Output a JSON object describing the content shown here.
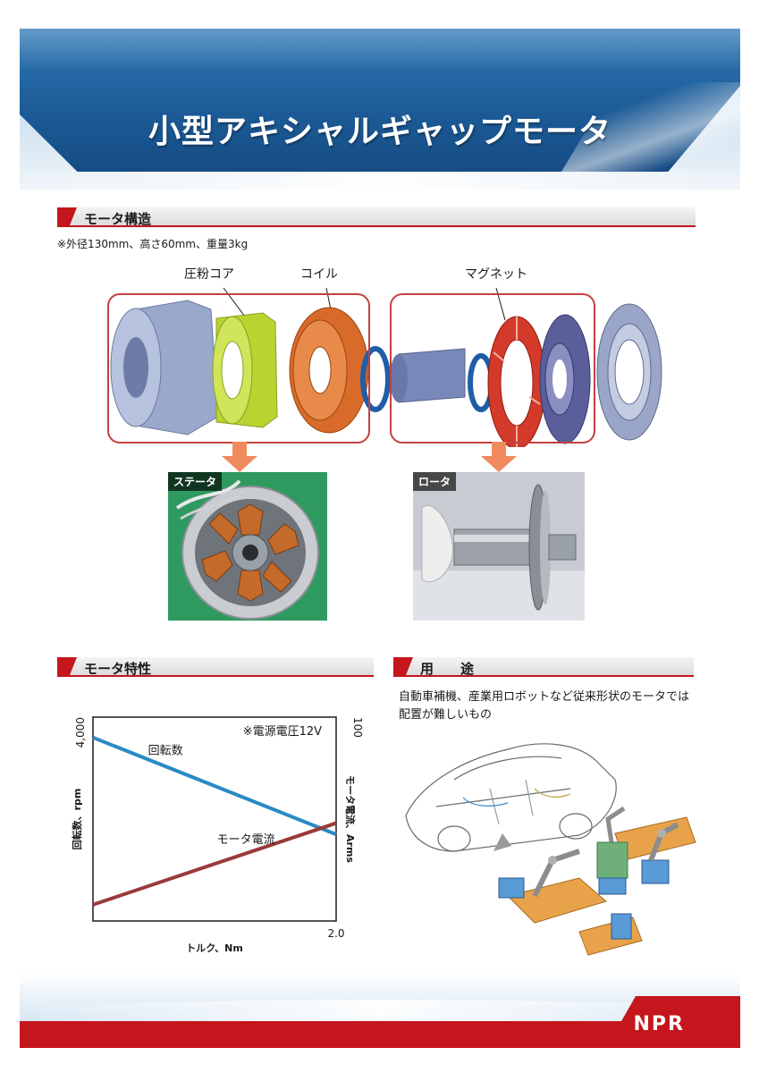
{
  "header": {
    "title": "小型アキシャルギャップモータ"
  },
  "sections": {
    "structure": "モータ構造",
    "characteristics": "モータ特性",
    "uses": "用　　途"
  },
  "structure": {
    "spec_note": "※外径130mm、高さ60mm、重量3kg",
    "callouts": {
      "core": "圧粉コア",
      "coil": "コイル",
      "magnet": "マグネット"
    },
    "photos": {
      "stator": "ステータ",
      "rotor": "ロータ"
    }
  },
  "uses": {
    "text_line1": "自動車補機、産業用ロボットなど従来形状のモータでは",
    "text_line2": "配置が難しいもの"
  },
  "colors": {
    "brand_red": "#c4161c",
    "banner_blue": "#1c5c98",
    "speed_line": "#2a8ac4",
    "current_line": "#9b3a3a"
  },
  "chart_data": {
    "type": "line",
    "note": "※電源電圧12V",
    "xlabel": "トルク、Nm",
    "ylabel_left": "回転数、rpm",
    "ylabel_right": "モータ電流、Arms",
    "x_ticks": [
      "2.0"
    ],
    "y_left_ticks": [
      "4,000"
    ],
    "y_right_ticks": [
      "100"
    ],
    "xlim": [
      0,
      2.0
    ],
    "ylim_left": [
      0,
      4000
    ],
    "ylim_right": [
      0,
      100
    ],
    "series": [
      {
        "name": "回転数",
        "axis": "left",
        "x": [
          0,
          2.0
        ],
        "y": [
          3600,
          1700
        ]
      },
      {
        "name": "モータ電流",
        "axis": "right",
        "x": [
          0,
          2.0
        ],
        "y": [
          8,
          48
        ]
      }
    ]
  },
  "footer": {
    "logo": "NPR"
  }
}
